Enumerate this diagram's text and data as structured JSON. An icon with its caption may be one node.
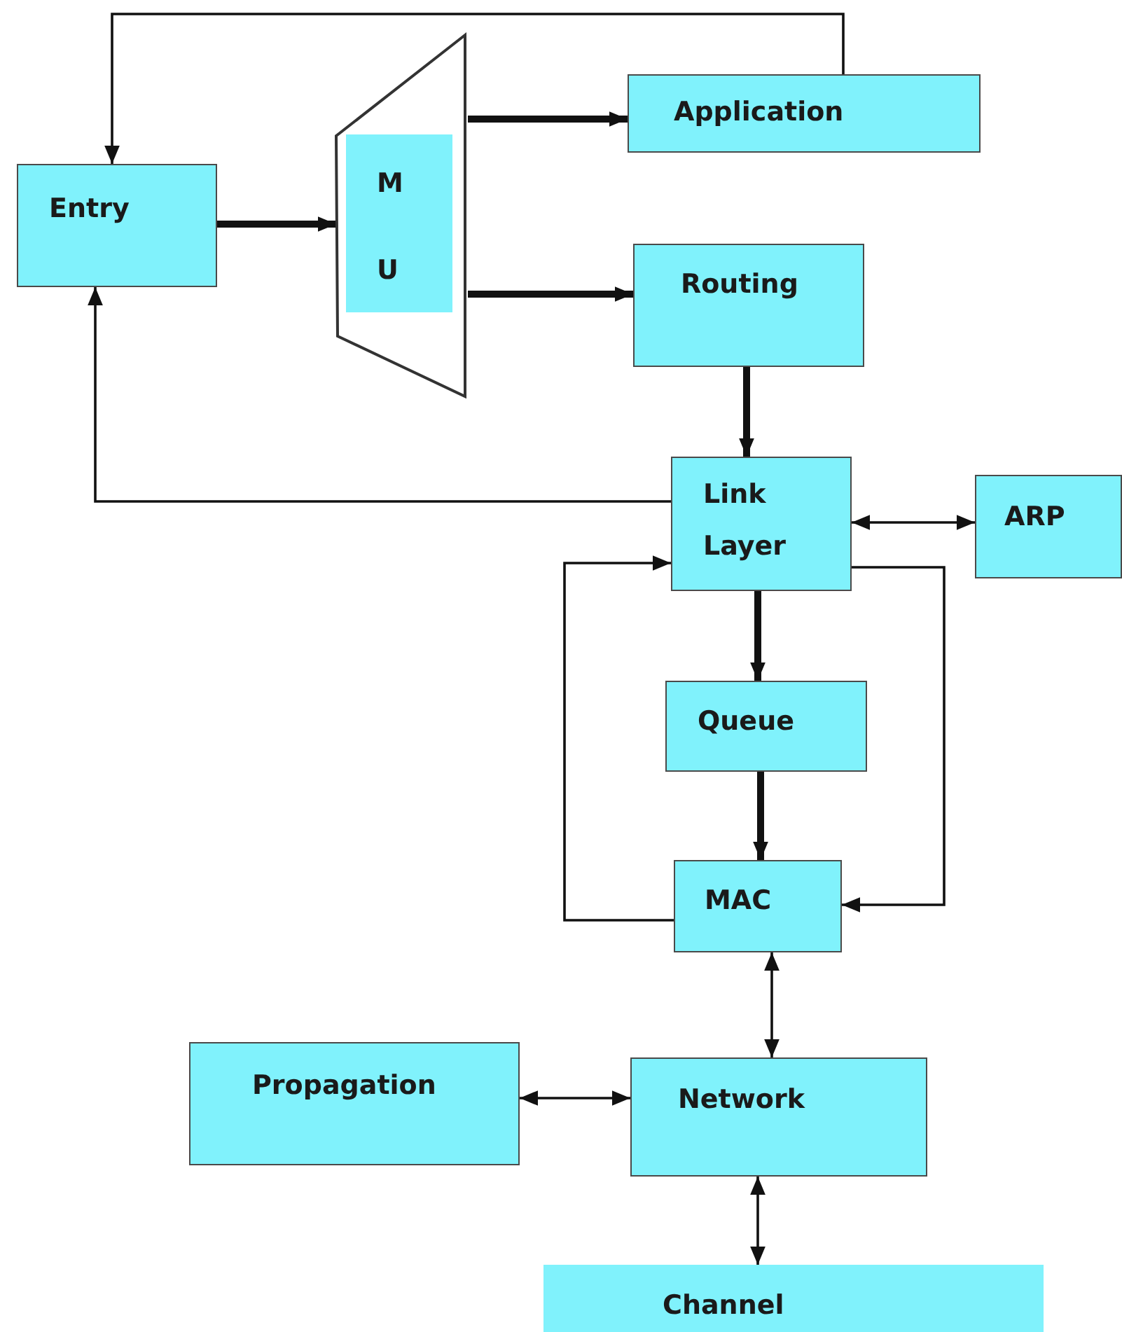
{
  "diagram": {
    "nodes": [
      {
        "text": [
          "Entry"
        ]
      },
      {
        "text": [
          "M U"
        ]
      },
      {
        "text": [
          "Application"
        ]
      },
      {
        "text": [
          "Routing"
        ]
      },
      {
        "text": [
          "Link Layer"
        ]
      },
      {
        "text": [
          "ARP"
        ]
      },
      {
        "text": [
          "Queue"
        ]
      },
      {
        "text": [
          "MAC"
        ]
      },
      {
        "text": [
          "Propagation"
        ]
      },
      {
        "text": [
          "Network"
        ]
      },
      {
        "text": [
          "Channel"
        ]
      }
    ],
    "edges": [
      {
        "from": 0,
        "to": 1,
        "arrow": "to",
        "style": "thick"
      },
      {
        "from": 1,
        "to": 2,
        "arrow": "to",
        "style": "thick"
      },
      {
        "from": 1,
        "to": 3,
        "arrow": "to",
        "style": "thick"
      },
      {
        "from": 2,
        "to": 0,
        "arrow": "to"
      },
      {
        "from": 3,
        "to": 4,
        "arrow": "to",
        "style": "thick"
      },
      {
        "from": 4,
        "to": 0,
        "arrow": "to"
      },
      {
        "from": 4,
        "to": 5,
        "arrow": "both"
      },
      {
        "from": 4,
        "to": 6,
        "arrow": "to",
        "style": "thick"
      },
      {
        "from": 6,
        "to": 7,
        "arrow": "to",
        "style": "thick"
      },
      {
        "from": 7,
        "to": 4,
        "arrow": "to"
      },
      {
        "from": 4,
        "to": 7,
        "arrow": "to"
      },
      {
        "from": 7,
        "to": 9,
        "arrow": "both"
      },
      {
        "from": 8,
        "to": 9,
        "arrow": "both"
      },
      {
        "from": 9,
        "to": 10,
        "arrow": "both"
      }
    ]
  }
}
